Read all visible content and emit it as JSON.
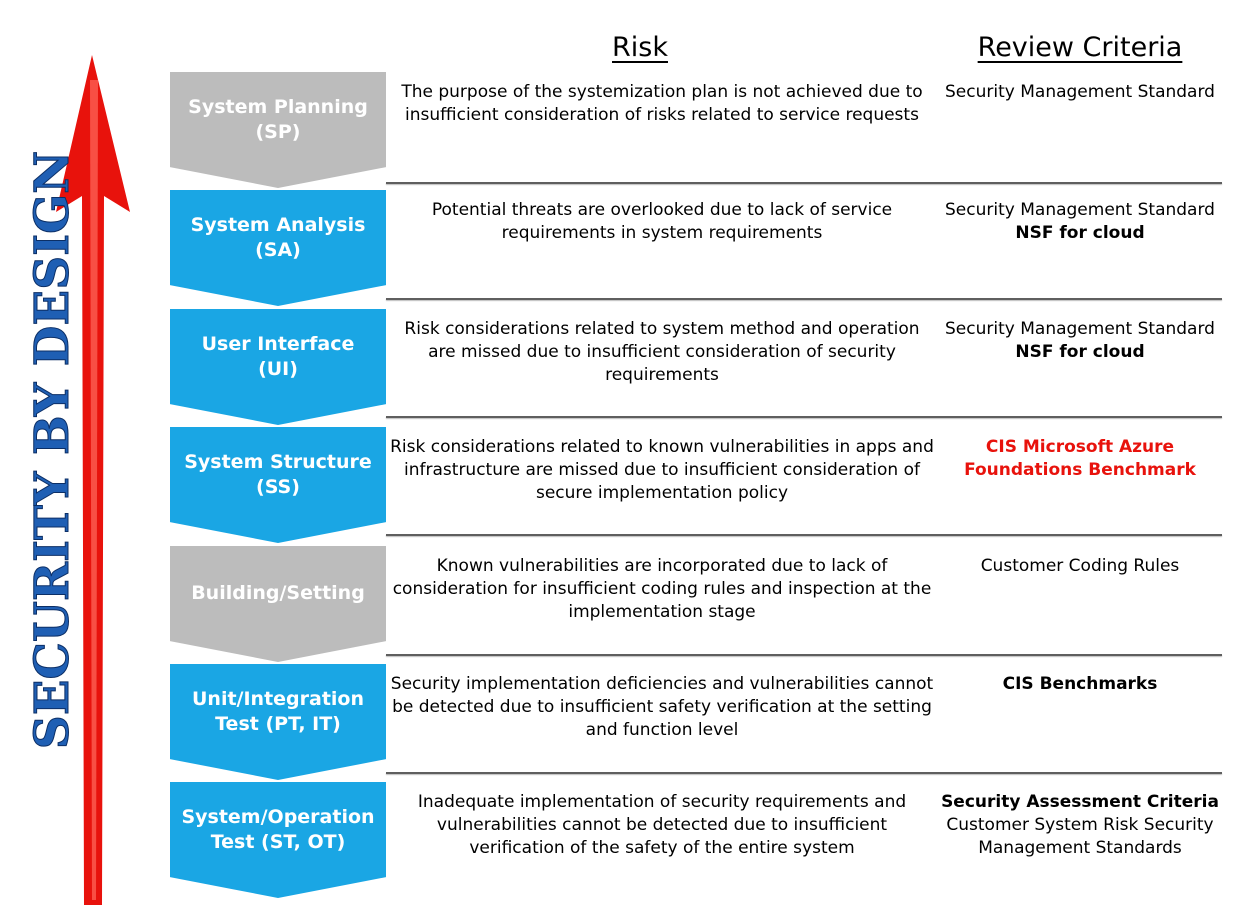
{
  "side_label": "SECURITY BY DESIGN",
  "headers": {
    "risk": "Risk",
    "review": "Review Criteria"
  },
  "colors": {
    "arrow_red": "#e8120c",
    "label_blue": "#1f5fb4",
    "chevron_blue": "#1aa6e4",
    "chevron_gray": "#bcbcbc",
    "red_text": "#e8120c"
  },
  "stages": [
    {
      "label_line1": "System Planning",
      "label_line2": "(SP)",
      "color": "gray",
      "risk": "The purpose of the systemization plan is not achieved due to insufficient consideration of risks related to service requests",
      "criteria": [
        {
          "text": "Security Management Standard",
          "style": "normal"
        }
      ]
    },
    {
      "label_line1": "System Analysis",
      "label_line2": "(SA)",
      "color": "blue",
      "risk": "Potential threats are overlooked due to lack of service requirements in system requirements",
      "criteria": [
        {
          "text": "Security Management Standard",
          "style": "normal"
        },
        {
          "text": "NSF for cloud",
          "style": "bold"
        }
      ]
    },
    {
      "label_line1": "User Interface",
      "label_line2": "(UI)",
      "color": "blue",
      "risk": "Risk considerations related to system method and operation are missed due to insufficient consideration of security requirements",
      "criteria": [
        {
          "text": "Security Management Standard",
          "style": "normal"
        },
        {
          "text": "NSF for cloud",
          "style": "bold"
        }
      ]
    },
    {
      "label_line1": "System Structure",
      "label_line2": "(SS)",
      "color": "blue",
      "risk": "Risk considerations related to known vulnerabilities in apps and infrastructure are missed due to insufficient consideration of secure implementation policy",
      "criteria": [
        {
          "text": "CIS Microsoft Azure Foundations Benchmark",
          "style": "red-bold"
        }
      ]
    },
    {
      "label_line1": "Building/Setting",
      "label_line2": "",
      "color": "gray",
      "risk": "Known vulnerabilities are incorporated due to lack of consideration for insufficient coding rules and inspection at the implementation stage",
      "criteria": [
        {
          "text": "Customer Coding Rules",
          "style": "normal"
        }
      ]
    },
    {
      "label_line1": "Unit/Integration",
      "label_line2": "Test (PT, IT)",
      "color": "blue",
      "risk": "Security implementation deficiencies and vulnerabilities cannot be detected due to insufficient safety verification at the setting and function level",
      "criteria": [
        {
          "text": "CIS Benchmarks",
          "style": "bold"
        }
      ]
    },
    {
      "label_line1": "System/Operation",
      "label_line2": "Test (ST, OT)",
      "color": "blue",
      "risk": "Inadequate implementation of security requirements and vulnerabilities cannot be detected due to insufficient verification of the safety of the entire system",
      "criteria": [
        {
          "text": "Security Assessment Criteria",
          "style": "bold"
        },
        {
          "text": "Customer System Risk Security Management Standards",
          "style": "normal"
        }
      ]
    }
  ]
}
